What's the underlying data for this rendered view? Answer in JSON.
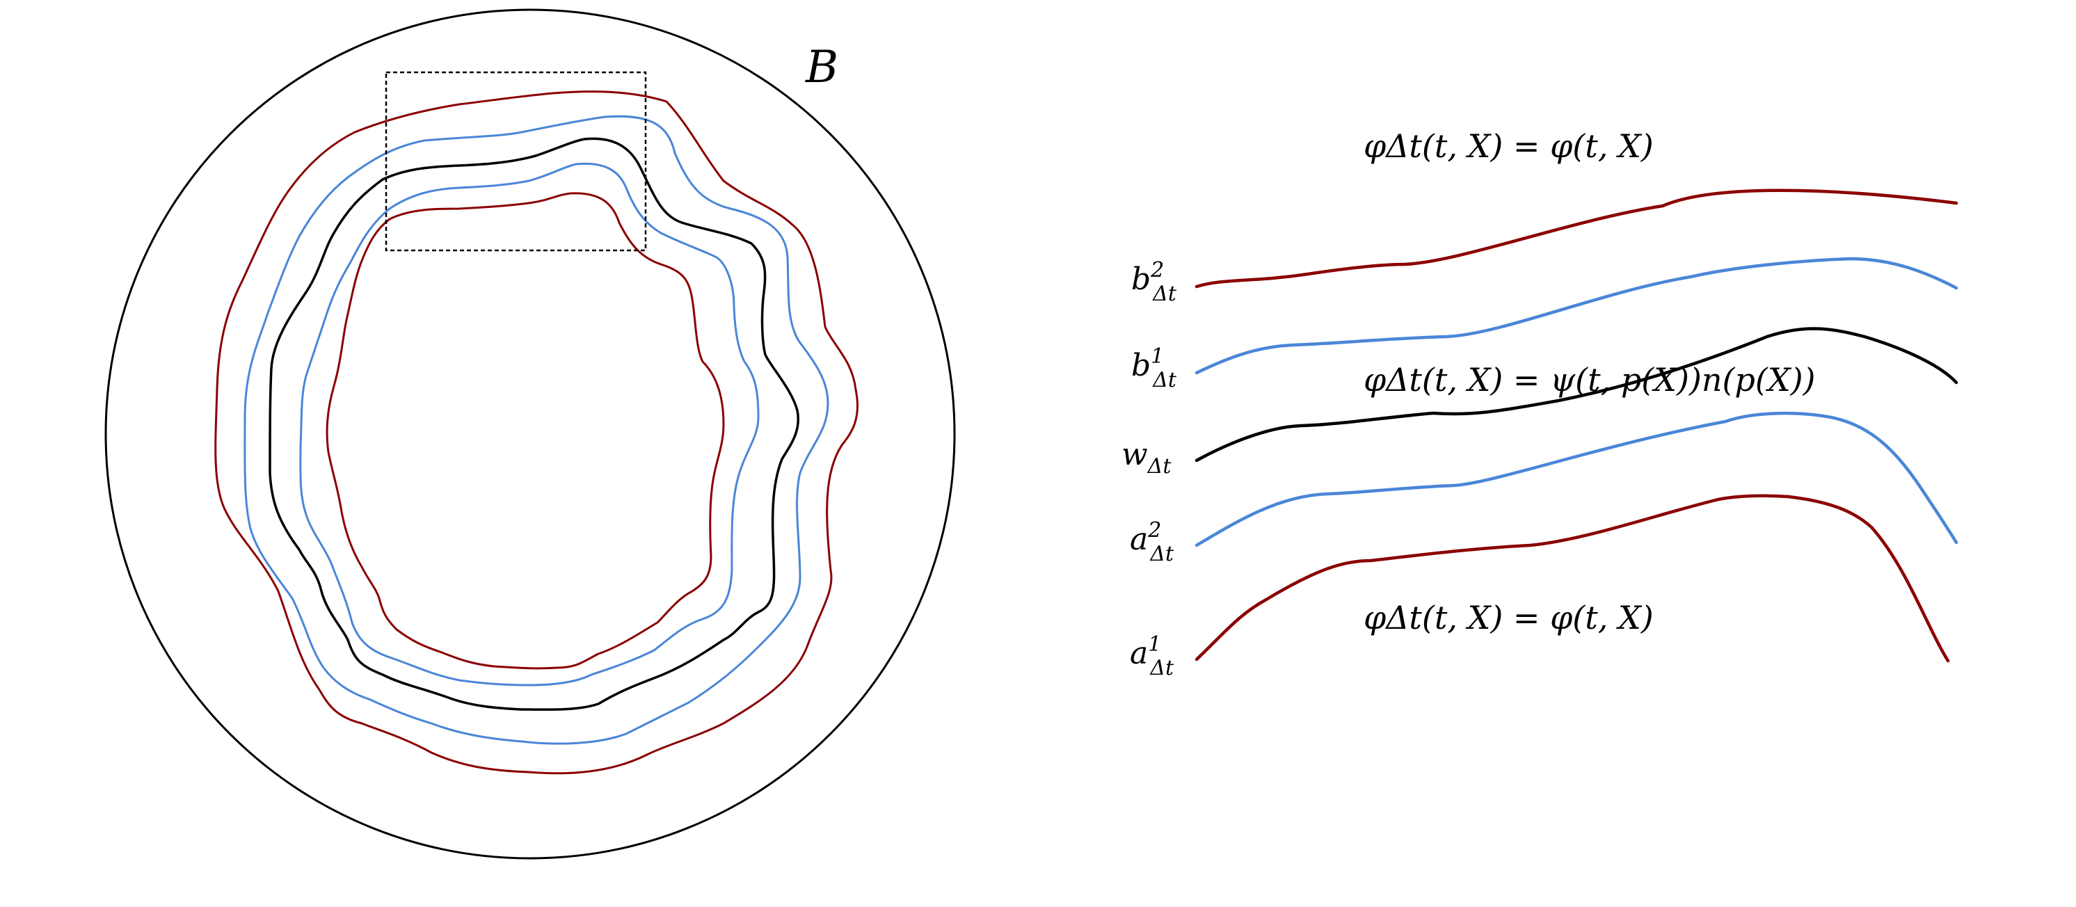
{
  "figure": {
    "domain_label": "B",
    "formulas": {
      "top": "φΔt(t, X) = φ(t, X)",
      "middle": "φΔt(t, X) = ψ(t, p(X))n(p(X))",
      "bottom": "φΔt(t, X) = φ(t, X)"
    },
    "curve_labels": {
      "b2": {
        "base": "b",
        "sup": "2",
        "sub": "Δt"
      },
      "b1": {
        "base": "b",
        "sup": "1",
        "sub": "Δt"
      },
      "w": {
        "base": "w",
        "sup": "",
        "sub": "Δt"
      },
      "a2": {
        "base": "a",
        "sup": "2",
        "sub": "Δt"
      },
      "a1": {
        "base": "a",
        "sup": "1",
        "sub": "Δt"
      }
    },
    "colors": {
      "outer": "#8b0000",
      "inner": "#4a86d8",
      "interface": "#000000",
      "domain": "#000000",
      "box": "#000000"
    }
  }
}
